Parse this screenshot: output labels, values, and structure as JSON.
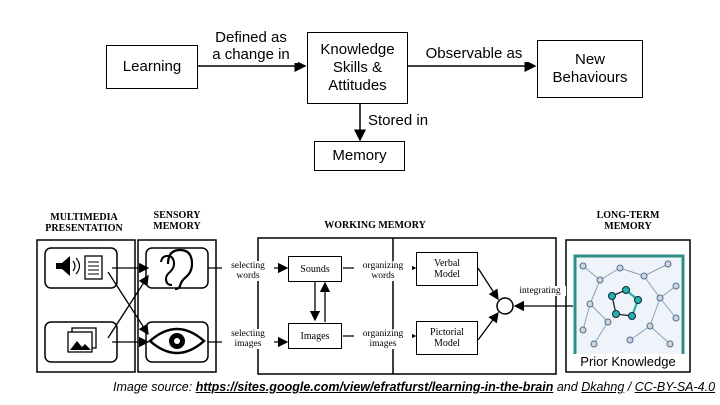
{
  "top_flow": {
    "learning": "Learning",
    "defined_as": "Defined as\na change in",
    "ksa": "Knowledge\nSkills &\nAttitudes",
    "observable_as": "Observable as",
    "new_behaviours": "New\nBehaviours",
    "stored_in": "Stored in",
    "memory": "Memory"
  },
  "model": {
    "multimedia": "MULTIMEDIA\nPRESENTATION",
    "sensory": "SENSORY\nMEMORY",
    "working": "WORKING MEMORY",
    "longterm": "LONG-TERM\nMEMORY",
    "words": "words",
    "pictures": "pictures",
    "ears": "Ears",
    "eyes": "Eyes",
    "selecting_words": "selecting\nwords",
    "selecting_images": "selecting\nimages",
    "sounds": "Sounds",
    "images": "Images",
    "organizing_words": "organizing\nwords",
    "organizing_images": "organizing\nimages",
    "verbal": "Verbal\nModel",
    "pictorial": "Pictorial\nModel",
    "integrating": "integrating",
    "prior_knowledge": "Prior Knowledge"
  },
  "source": {
    "prefix": "Image source: ",
    "url": "https://sites.google.com/view/efratfurst/learning-in-the-brain",
    "and": " and ",
    "author": "Dkahng",
    "sep": " / ",
    "license": "CC-BY-SA-4.0"
  }
}
